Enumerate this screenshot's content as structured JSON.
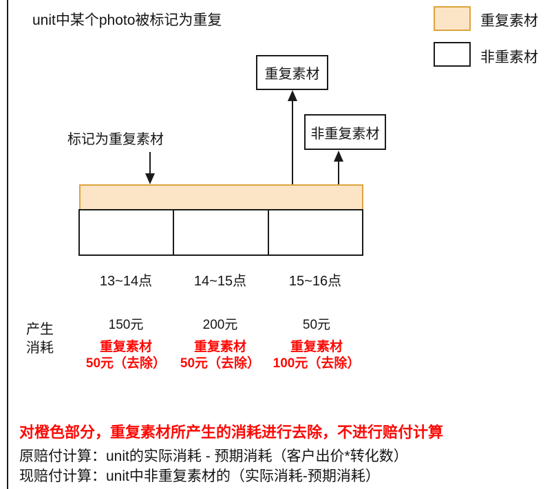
{
  "title": "unit中某个photo被标记为重复",
  "legend": {
    "duplicate_label": "重复素材",
    "non_duplicate_label": "非重素材"
  },
  "diagram": {
    "duplicate_box": "重复素材",
    "non_duplicate_box": "非重复素材",
    "marked_label": "标记为重复素材",
    "time_slots": [
      "13~14点",
      "14~15点",
      "15~16点"
    ]
  },
  "consumption": {
    "label_line1": "产生",
    "label_line2": "消耗",
    "columns": [
      {
        "amount": "150元",
        "duplicate_label": "重复素材",
        "removed": "50元（去除）"
      },
      {
        "amount": "200元",
        "duplicate_label": "重复素材",
        "removed": "50元（去除）"
      },
      {
        "amount": "50元",
        "duplicate_label": "重复素材",
        "removed": "100元（去除）"
      }
    ]
  },
  "notes": {
    "highlight": "对橙色部分，重复素材所产生的消耗进行去除，不进行赔付计算",
    "original": "原赔付计算：unit的实际消耗 - 预期消耗（客户出价*转化数）",
    "current": "现赔付计算：unit中非重复素材的（实际消耗-预期消耗）"
  },
  "colors": {
    "duplicate_fill": "#FCE4C7",
    "duplicate_border": "#DCA33C",
    "highlight_red": "#FB0A06"
  }
}
